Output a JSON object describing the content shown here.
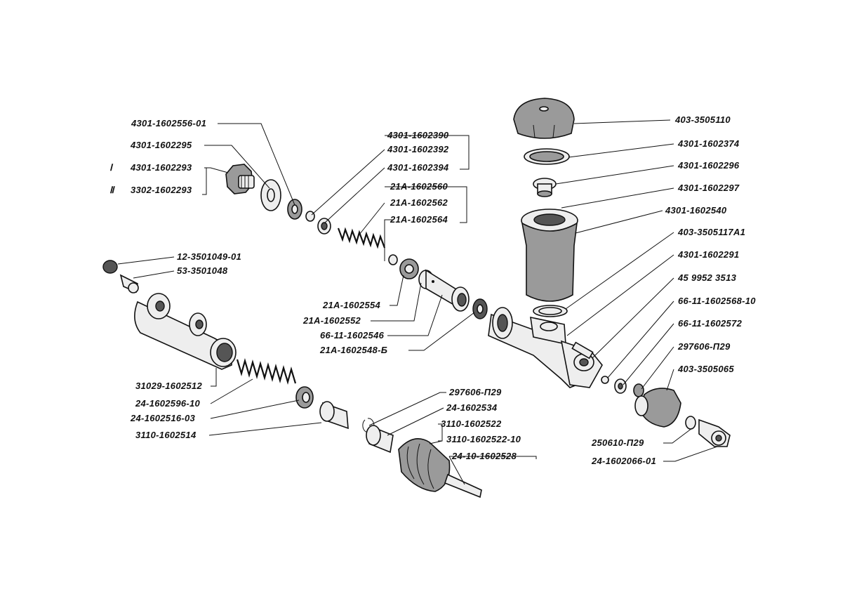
{
  "labels": {
    "l1": "4301-1602556-01",
    "l2": "4301-1602295",
    "l3": "4301-1602293",
    "l4": "3302-1602293",
    "l5": "4301-1602390",
    "l6": "4301-1602392",
    "l7": "4301-1602394",
    "l8": "21A-1602560",
    "l9": "21A-1602562",
    "l10": "21A-1602564",
    "l11": "12-3501049-01",
    "l12": "53-3501048",
    "l13": "21A-1602554",
    "l14": "21A-1602552",
    "l15": "66-11-1602546",
    "l16": "21A-1602548-Б",
    "l17": "31029-1602512",
    "l18": "24-1602596-10",
    "l19": "24-1602516-03",
    "l20": "3110-1602514",
    "l21": "297606-П29",
    "l22": "24-1602534",
    "l23": "3110-1602522",
    "l24": "3110-1602522-10",
    "l25": "24-10-1602528",
    "l26": "403-3505110",
    "l27": "4301-1602374",
    "l28": "4301-1602296",
    "l29": "4301-1602297",
    "l30": "4301-1602540",
    "l31": "403-3505117А1",
    "l32": "4301-1602291",
    "l33": "45 9952 3513",
    "l34": "66-11-1602568-10",
    "l35": "66-11-1602572",
    "l36": "297606-П29",
    "l37": "403-3505065",
    "l38": "250610-П29",
    "l39": "24-1602066-01"
  },
  "markers": {
    "m1": "Ⅰ",
    "m2": "Ⅱ"
  }
}
